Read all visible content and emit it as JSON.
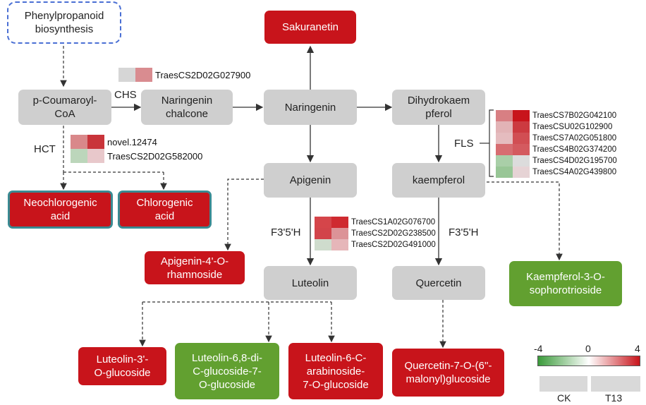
{
  "nodes": {
    "phenylpropanoid": "Phenylpropanoid\nbiosynthesis",
    "coumaroyl": "p-Coumaroyl-\nCoA",
    "naringenin_chalcone": "Naringenin\nchalcone",
    "naringenin": "Naringenin",
    "sakuranetin": "Sakuranetin",
    "dihydrokaempferol": "Dihydrokaem\npferol",
    "apigenin": "Apigenin",
    "kaempferol": "kaempferol",
    "neochlorogenic": "Neochlorogenic\nacid",
    "chlorogenic": "Chlorogenic\nacid",
    "apigenin_rham": "Apigenin-4'-O-\nrhamnoside",
    "luteolin": "Luteolin",
    "quercetin": "Quercetin",
    "kaempferol_soph": "Kaempferol-3-O-\nsophorotrioside",
    "luteolin_3": "Luteolin-3'-\nO-glucoside",
    "luteolin_68": "Luteolin-6,8-di-\nC-glucoside-7-\nO-glucoside",
    "luteolin_6c": "Luteolin-6-C-\narabinoside-\n7-O-glucoside",
    "quercetin_7": "Quercetin-7-O-(6''-\nmalonyl)glucoside"
  },
  "enzymes": {
    "chs": "CHS",
    "hct": "HCT",
    "fls": "FLS",
    "f3h_left": "F3'5'H",
    "f3h_right": "F3'5'H"
  },
  "heatmaps": {
    "chs": [
      {
        "gene": "TraesCS2D02G027900",
        "ck": "#d6d6d6",
        "t13": "#d98c90"
      }
    ],
    "hct": [
      {
        "gene": "novel.12474",
        "ck": "#d9888a",
        "t13": "#c9343a"
      },
      {
        "gene": "TraesCS2D02G582000",
        "ck": "#bcd6bb",
        "t13": "#e8c8cb"
      }
    ],
    "f3h": [
      {
        "gene": "TraesCS1A02G076700",
        "ck": "#d5454a",
        "t13": "#cf2a30"
      },
      {
        "gene": "TraesCS2D02G238500",
        "ck": "#d2444a",
        "t13": "#dc9397"
      },
      {
        "gene": "TraesCS2D02G491000",
        "ck": "#cfdccd",
        "t13": "#e6b6b9"
      }
    ],
    "fls": [
      {
        "gene": "TraesCS7B02G042100",
        "ck": "#d87f83",
        "t13": "#c8141b"
      },
      {
        "gene": "TraesCSU02G102900",
        "ck": "#e2b3b6",
        "t13": "#cc3a40"
      },
      {
        "gene": "TraesCS7A02G051800",
        "ck": "#e5bcbf",
        "t13": "#d14e53"
      },
      {
        "gene": "TraesCS4B02G374200",
        "ck": "#d76d71",
        "t13": "#d45a5f"
      },
      {
        "gene": "TraesCS4D02G195700",
        "ck": "#a9cfa8",
        "t13": "#dcdcdc"
      },
      {
        "gene": "TraesCS4A02G439800",
        "ck": "#98c696",
        "t13": "#e6d3d5"
      }
    ]
  },
  "legend": {
    "min": "-4",
    "mid": "0",
    "max": "4",
    "ck": "CK",
    "t13": "T13"
  },
  "colors": {
    "up": "#c8141b",
    "down": "#62a030",
    "neutral": "#cfcfcf",
    "outline": "#3a8a92"
  }
}
